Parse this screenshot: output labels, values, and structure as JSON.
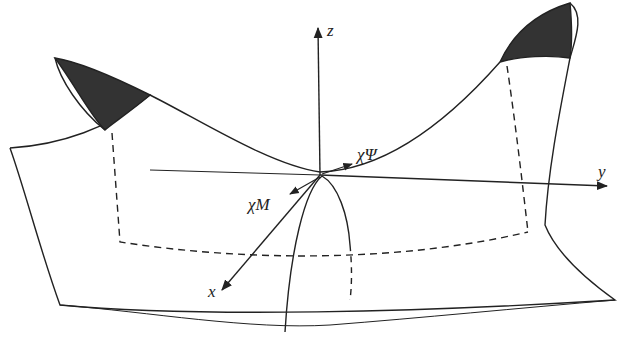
{
  "diagram": {
    "labels": [
      "z",
      "y",
      "x",
      "χM",
      "χΨ"
    ]
  }
}
